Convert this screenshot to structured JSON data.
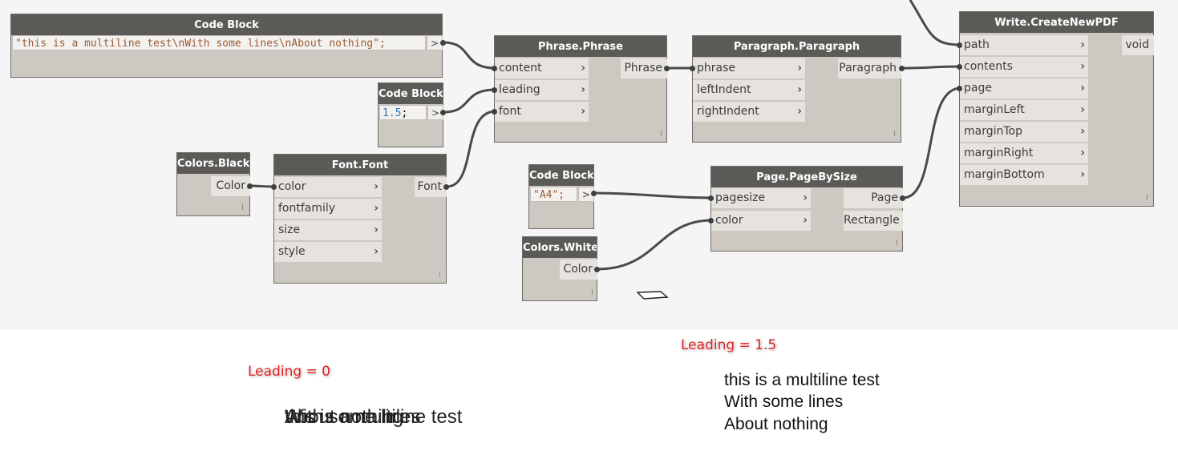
{
  "nodes": {
    "code_block_text": {
      "title": "Code Block",
      "code": "\"this is a multiline test\\nWith some lines\\nAbout nothing\";",
      "out": ">"
    },
    "code_block_leading": {
      "title": "Code Block",
      "code": "1.5",
      "code_suffix": ";",
      "out": ">"
    },
    "colors_black": {
      "title": "Colors.Black",
      "output": "Color"
    },
    "font_font": {
      "title": "Font.Font",
      "inputs": [
        "color",
        "fontfamily",
        "size",
        "style"
      ],
      "output": "Font"
    },
    "phrase_phrase": {
      "title": "Phrase.Phrase",
      "inputs": [
        "content",
        "leading",
        "font"
      ],
      "output": "Phrase"
    },
    "paragraph_paragraph": {
      "title": "Paragraph.Paragraph",
      "inputs": [
        "phrase",
        "leftIndent",
        "rightIndent"
      ],
      "output": "Paragraph"
    },
    "code_block_a4": {
      "title": "Code Block",
      "code": "\"A4\";",
      "out": ">"
    },
    "colors_white": {
      "title": "Colors.White",
      "output": "Color"
    },
    "page_pagebysize": {
      "title": "Page.PageBySize",
      "inputs": [
        "pagesize",
        "color"
      ],
      "outputs": [
        "Page",
        "Rectangle"
      ]
    },
    "write_createnewpdf": {
      "title": "Write.CreateNewPDF",
      "inputs": [
        "path",
        "contents",
        "page",
        "marginLeft",
        "marginTop",
        "marginRight",
        "marginBottom"
      ],
      "output": "void"
    }
  },
  "annotations": {
    "leading_zero": "Leading = 0",
    "leading_one_five": "Leading = 1.5"
  },
  "pdf_output": {
    "lines": [
      "this is a multiline test",
      "With some lines",
      "About nothing"
    ]
  },
  "colors": {
    "node_body": "#cdc8c1",
    "node_header": "#5c5a57",
    "wire": "#4a4a4a",
    "annotation": "#e02020"
  }
}
